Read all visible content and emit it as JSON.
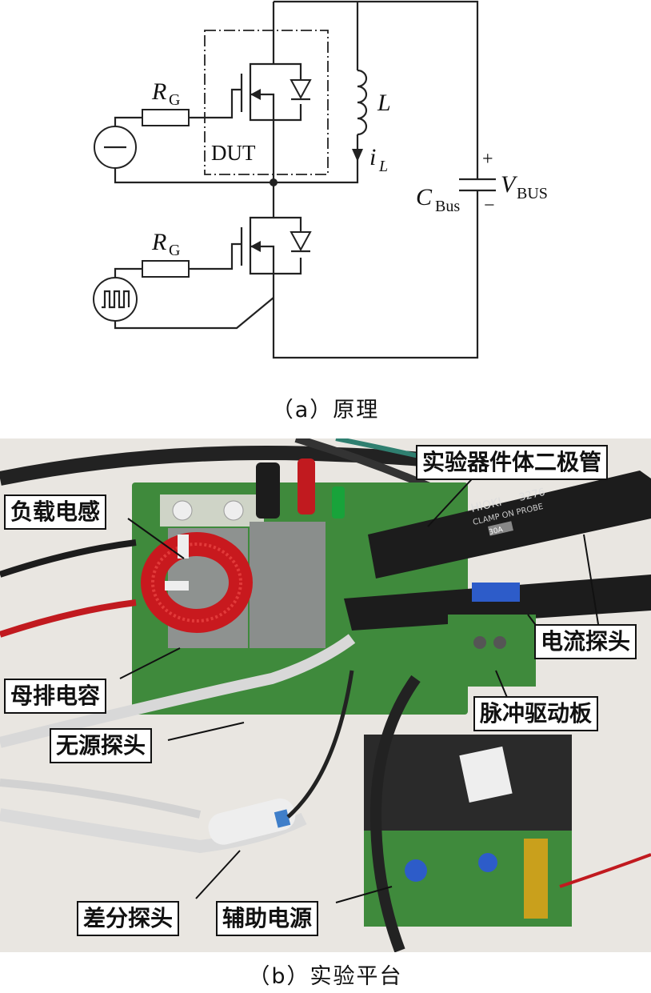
{
  "schematic": {
    "labels": {
      "rg_top_main": "R",
      "rg_top_sub": "G",
      "rg_bot_main": "R",
      "rg_bot_sub": "G",
      "dut": "DUT",
      "inductor": "L",
      "current_main": "i",
      "current_sub": "L",
      "cap_main": "C",
      "cap_sub": "Bus",
      "vbus_main": "V",
      "vbus_sub": "BUS",
      "plus": "+",
      "minus": "−"
    },
    "caption": "（a）原理"
  },
  "photo": {
    "callouts": {
      "diode": "实验器件体二极管",
      "inductor": "负载电感",
      "current_probe": "电流探头",
      "bus_cap": "母排电容",
      "pulse_board": "脉冲驱动板",
      "passive_probe": "无源探头",
      "diff_probe": "差分探头",
      "aux_power": "辅助电源"
    },
    "probe_text": {
      "brand": "HIOKI",
      "model": "3276",
      "sub": "CLAMP ON PROBE",
      "rating": "30A"
    },
    "caption": "（b）实验平台"
  },
  "colors": {
    "pcb": "#3f8a3c",
    "coil": "#c8191e",
    "probe": "#1c1c1c",
    "background": "#e9e6e1"
  }
}
